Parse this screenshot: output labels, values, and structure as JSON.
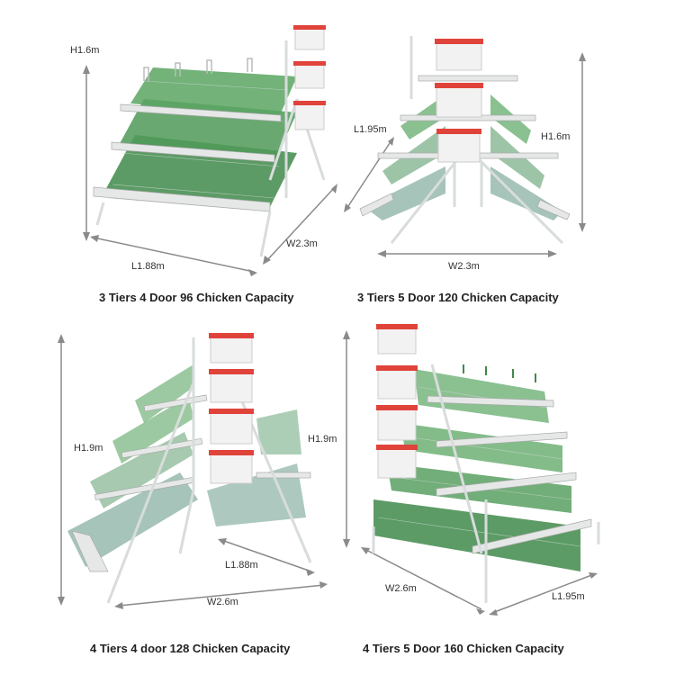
{
  "panels": [
    {
      "caption": "3 Tiers 4 Door 96 Chicken Capacity",
      "height": "H1.6m",
      "length": "L1.88m",
      "width": "W2.3m"
    },
    {
      "caption": "3 Tiers 5 Door 120 Chicken Capacity",
      "height": "H1.6m",
      "length": "L1.95m",
      "width": "W2.3m"
    },
    {
      "caption": "4 Tiers 4 door 128 Chicken Capacity",
      "height": "H1.9m",
      "length": "L1.88m",
      "width": "W2.6m"
    },
    {
      "caption": "4 Tiers 5 Door 160 Chicken Capacity",
      "height": "H1.9m",
      "length": "L1.95m",
      "width": "W2.6m"
    }
  ],
  "colors": {
    "mesh_green": "#3f8a4a",
    "frame_silver": "#d8dcdc",
    "bucket_white": "#f2f2f2",
    "bucket_red": "#e0433a",
    "dimension_line": "#8a8a8a"
  }
}
